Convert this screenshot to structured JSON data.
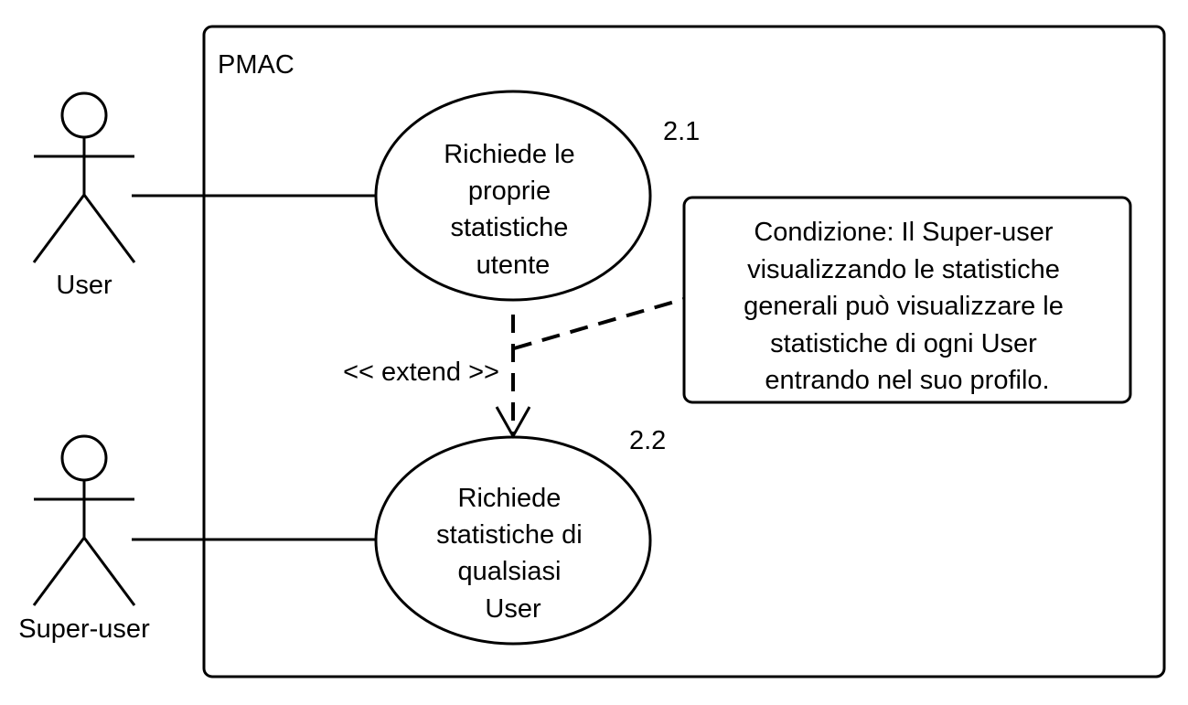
{
  "system": {
    "label": "PMAC"
  },
  "actors": {
    "user": {
      "label": "User"
    },
    "super_user": {
      "label": "Super-user"
    }
  },
  "use_cases": {
    "uc1": {
      "number": "2.1",
      "lines": [
        "Richiede le",
        "proprie",
        "statistiche",
        "utente"
      ]
    },
    "uc2": {
      "number": "2.2",
      "lines": [
        "Richiede",
        "statistiche di",
        "qualsiasi",
        "User"
      ]
    }
  },
  "extend": {
    "label": "<< extend >>"
  },
  "note": {
    "lines": [
      "Condizione: Il Super-user",
      "visualizzando le statistiche",
      "generali può visualizzare le",
      "statistiche di ogni User",
      "entrando nel suo profilo."
    ]
  }
}
